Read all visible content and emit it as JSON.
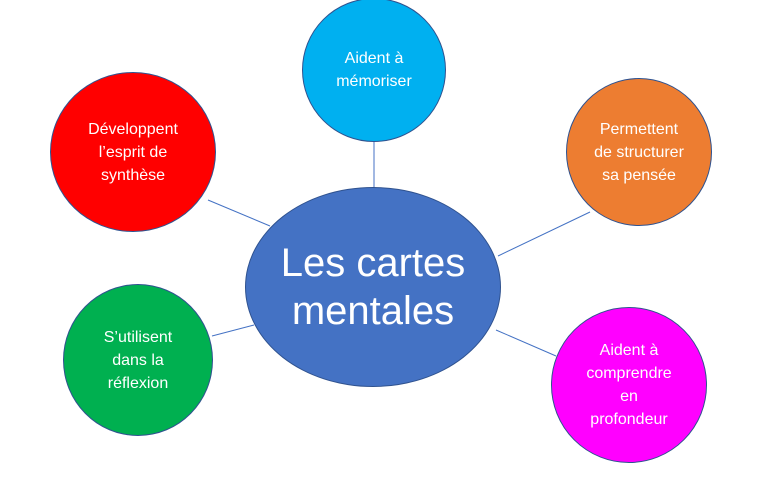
{
  "center": {
    "label": "Les cartes mentales",
    "lines": [
      "Les cartes",
      "mentales"
    ],
    "color": "#4472C4"
  },
  "nodes": [
    {
      "id": "top",
      "lines": [
        "Aident à",
        "mémoriser"
      ],
      "color": "#00B0F0"
    },
    {
      "id": "left-top",
      "lines": [
        "Développent",
        "l’esprit de",
        "synthèse"
      ],
      "color": "#FF0000"
    },
    {
      "id": "right-top",
      "lines": [
        "Permettent",
        "de structurer",
        "sa pensée"
      ],
      "color": "#ED7D31"
    },
    {
      "id": "left-bottom",
      "lines": [
        "S’utilisent",
        "dans la",
        "réflexion"
      ],
      "color": "#00B050"
    },
    {
      "id": "right-bottom",
      "lines": [
        "Aident à",
        "comprendre",
        "en",
        "profondeur"
      ],
      "color": "#FF00FF"
    }
  ]
}
